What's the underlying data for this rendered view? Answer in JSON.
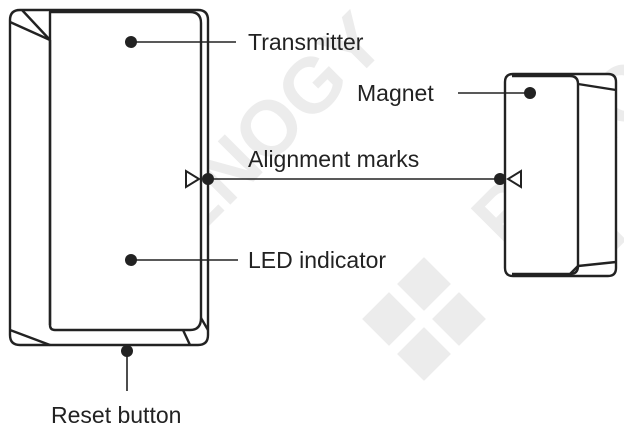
{
  "labels": {
    "transmitter": "Transmitter",
    "magnet": "Magnet",
    "alignment_marks": "Alignment marks",
    "led_indicator": "LED indicator",
    "reset_button": "Reset button"
  },
  "watermark": {
    "text": "RENOGY",
    "color": "#e6e6e6"
  },
  "colors": {
    "line": "#222222",
    "background": "#ffffff"
  }
}
